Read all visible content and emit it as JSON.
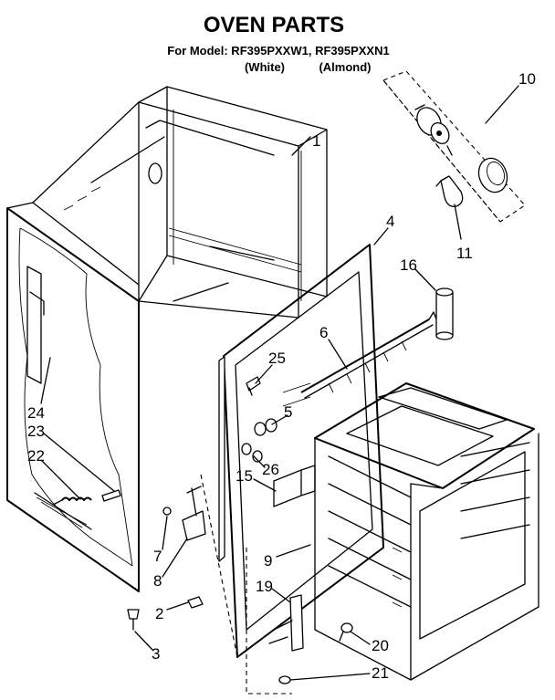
{
  "header": {
    "title": "OVEN PARTS",
    "model_line": "For Model: RF395PXXW1, RF395PXXN1",
    "color_white": "(White)",
    "color_almond": "(Almond)"
  },
  "callouts": {
    "c1": "1",
    "c2": "2",
    "c3": "3",
    "c4": "4",
    "c5": "5",
    "c6": "6",
    "c7": "7",
    "c8": "8",
    "c9": "9",
    "c10": "10",
    "c11": "11",
    "c15": "15",
    "c16": "16",
    "c19": "19",
    "c20": "20",
    "c21": "21",
    "c22": "22",
    "c23": "23",
    "c24": "24",
    "c25": "25",
    "c26": "26"
  }
}
